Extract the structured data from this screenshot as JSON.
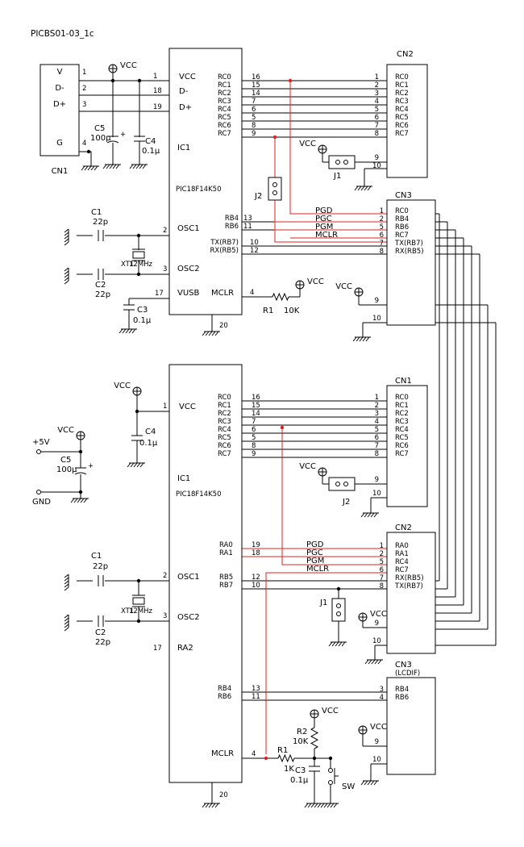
{
  "title": "PICBS01-03_1c",
  "circuit1": {
    "cn1": {
      "name": "CN1",
      "pins": [
        "V",
        "D-",
        "D+",
        "G"
      ],
      "nums": [
        "1",
        "2",
        "3",
        "4"
      ]
    },
    "ic": {
      "name": "IC1",
      "part": "PIC18F14K50",
      "left": [
        {
          "label": "VCC",
          "num": "1"
        },
        {
          "label": "D-",
          "num": "18"
        },
        {
          "label": "D+",
          "num": "19"
        },
        {
          "label": "OSC1",
          "num": "2"
        },
        {
          "label": "OSC2",
          "num": "3"
        },
        {
          "label": "VUSB",
          "num": "17"
        }
      ],
      "gnd": "20",
      "rc": [
        {
          "label": "RC0",
          "num": "16"
        },
        {
          "label": "RC1",
          "num": "15"
        },
        {
          "label": "RC2",
          "num": "14"
        },
        {
          "label": "RC3",
          "num": "7"
        },
        {
          "label": "RC4",
          "num": "6"
        },
        {
          "label": "RC5",
          "num": "5"
        },
        {
          "label": "RC6",
          "num": "8"
        },
        {
          "label": "RC7",
          "num": "9"
        }
      ],
      "rb": [
        {
          "label": "RB4",
          "num": "13"
        },
        {
          "label": "RB6",
          "num": "11"
        },
        {
          "label": "TX(RB7)",
          "num": "10"
        },
        {
          "label": "RX(RB5)",
          "num": "12"
        }
      ],
      "mclr": {
        "label": "MCLR",
        "num": "4"
      }
    },
    "cn2": {
      "name": "CN2",
      "pins": [
        "RC0",
        "RC1",
        "RC2",
        "RC3",
        "RC4",
        "RC5",
        "RC6",
        "RC7"
      ],
      "nums": [
        "1",
        "2",
        "3",
        "4",
        "5",
        "6",
        "7",
        "8",
        "9",
        "10"
      ]
    },
    "cn3": {
      "name": "CN3",
      "pins": [
        "RC0",
        "RB4",
        "RB6",
        "RC7",
        "TX(RB7)",
        "RX(RB5)"
      ],
      "nums": [
        "1",
        "2",
        "5",
        "6",
        "7",
        "8",
        "9",
        "10"
      ]
    },
    "prog": [
      "PGD",
      "PGC",
      "PGM",
      "MCLR"
    ],
    "vcc": "VCC",
    "c1": [
      "C1",
      "22p"
    ],
    "c2": [
      "C2",
      "22p"
    ],
    "c3": [
      "C3",
      "0.1μ"
    ],
    "c4": [
      "C4",
      "0.1μ"
    ],
    "c5": [
      "C5",
      "100μ"
    ],
    "xt": [
      "XT1",
      "12MHz"
    ],
    "r1": [
      "R1",
      "10K"
    ],
    "j1": "J1",
    "j2": "J2"
  },
  "circuit2": {
    "p5v": "+5V",
    "gnd": "GND",
    "ic": {
      "name": "IC1",
      "part": "PIC18F14K50",
      "left": [
        {
          "label": "VCC",
          "num": "1"
        },
        {
          "label": "OSC1",
          "num": "2"
        },
        {
          "label": "OSC2",
          "num": "3"
        },
        {
          "label": "RA2",
          "num": "17"
        }
      ],
      "gnd": "20",
      "rc": [
        {
          "label": "RC0",
          "num": "16"
        },
        {
          "label": "RC1",
          "num": "15"
        },
        {
          "label": "RC2",
          "num": "14"
        },
        {
          "label": "RC3",
          "num": "7"
        },
        {
          "label": "RC4",
          "num": "6"
        },
        {
          "label": "RC5",
          "num": "5"
        },
        {
          "label": "RC6",
          "num": "8"
        },
        {
          "label": "RC7",
          "num": "9"
        }
      ],
      "ra": [
        {
          "label": "RA0",
          "num": "19"
        },
        {
          "label": "RA1",
          "num": "18"
        }
      ],
      "rb": [
        {
          "label": "RB5",
          "num": "12"
        },
        {
          "label": "RB7",
          "num": "10"
        }
      ],
      "rb2": [
        {
          "label": "RB4",
          "num": "13"
        },
        {
          "label": "RB6",
          "num": "11"
        }
      ],
      "mclr": {
        "label": "MCLR",
        "num": "4"
      }
    },
    "cn1": {
      "name": "CN1",
      "pins": [
        "RC0",
        "RC1",
        "RC2",
        "RC3",
        "RC4",
        "RC5",
        "RC6",
        "RC7"
      ],
      "nums": [
        "1",
        "2",
        "3",
        "4",
        "5",
        "6",
        "7",
        "8",
        "9",
        "10"
      ]
    },
    "cn2": {
      "name": "CN2",
      "pins": [
        "RA0",
        "RA1",
        "RC4",
        "RC7",
        "RX(RB5)",
        "TX(RB7)"
      ],
      "nums": [
        "1",
        "2",
        "5",
        "6",
        "7",
        "8",
        "9",
        "10"
      ]
    },
    "cn3": {
      "name": "CN3",
      "sub": "(LCDIF)",
      "pins": [
        "RB4",
        "RB6"
      ],
      "nums": [
        "3",
        "4",
        "9",
        "10"
      ]
    },
    "prog": [
      "PGD",
      "PGC",
      "PGM",
      "MCLR"
    ],
    "vcc": "VCC",
    "c1": [
      "C1",
      "22p"
    ],
    "c2": [
      "C2",
      "22p"
    ],
    "c3": [
      "C3",
      "0.1μ"
    ],
    "c4": [
      "C4",
      "0.1μ"
    ],
    "c5": [
      "C5",
      "100μ"
    ],
    "xt": [
      "XT1",
      "12MHz"
    ],
    "r1": [
      "R1",
      "1K"
    ],
    "r2": [
      "R2",
      "10K"
    ],
    "j1": "J1",
    "j2": "J2",
    "sw": "SW"
  }
}
